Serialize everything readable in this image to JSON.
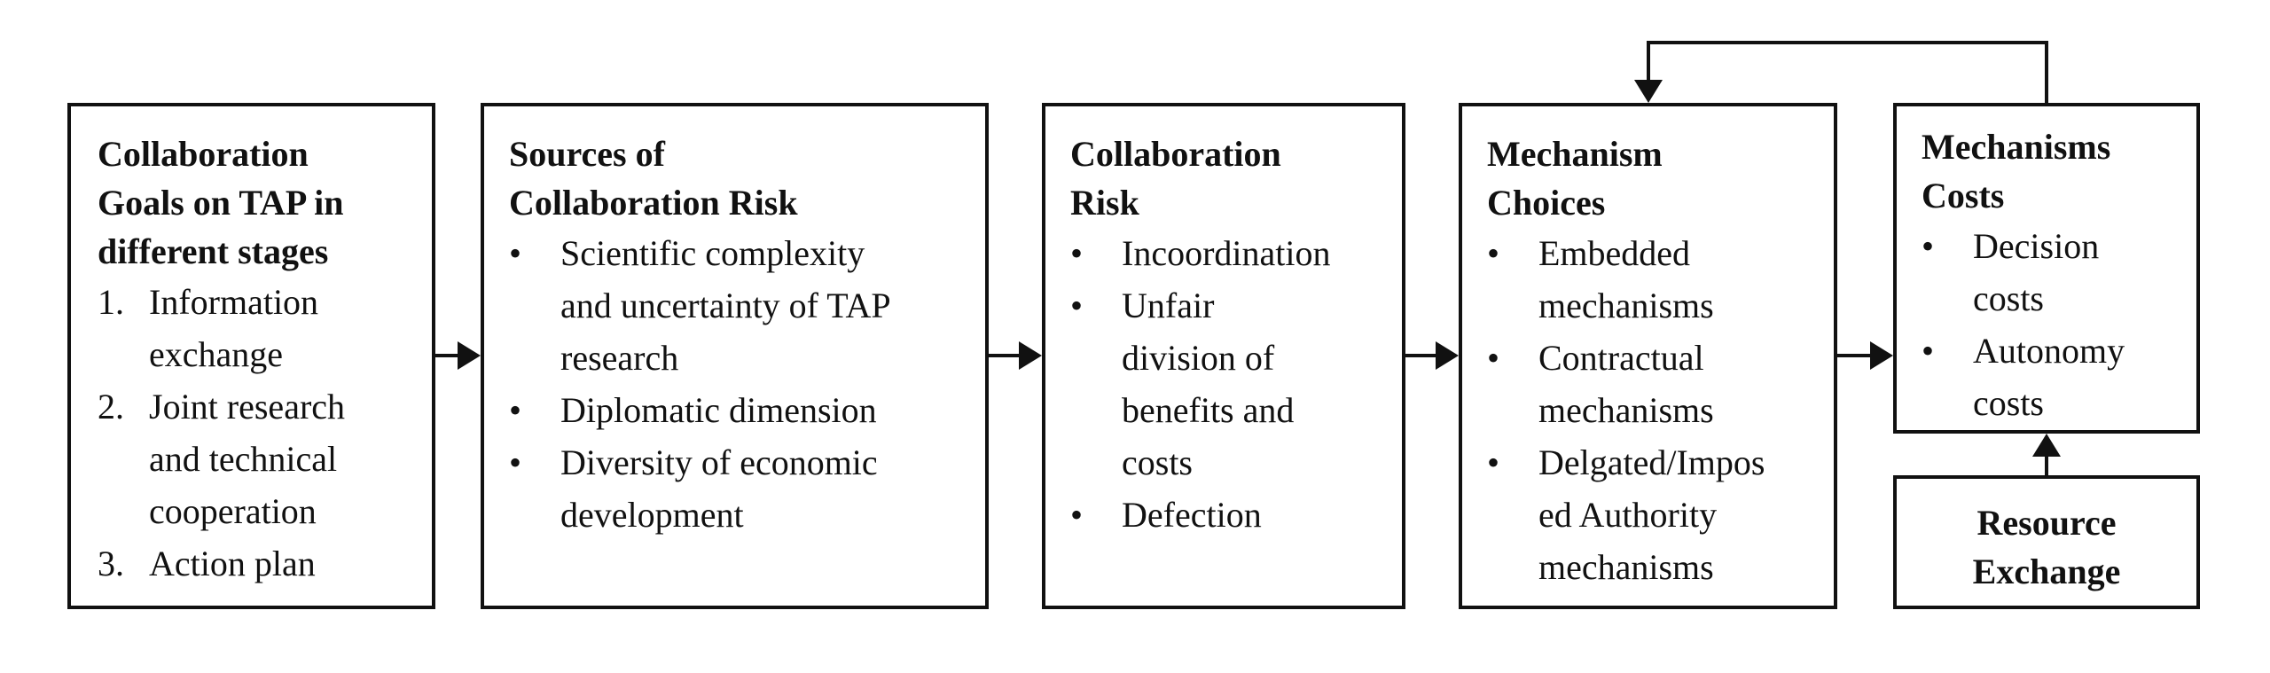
{
  "boxes": {
    "goals": {
      "title_lines": [
        "Collaboration",
        "Goals on TAP in",
        "different stages"
      ],
      "items": [
        {
          "marker": "1.",
          "lines": [
            "Information",
            "exchange"
          ]
        },
        {
          "marker": "2.",
          "lines": [
            "Joint research",
            "and technical",
            "cooperation"
          ]
        },
        {
          "marker": "3.",
          "lines": [
            "Action plan"
          ]
        }
      ]
    },
    "sources": {
      "title_lines": [
        "Sources of",
        "Collaboration Risk"
      ],
      "items": [
        {
          "marker": "•",
          "lines": [
            "Scientific complexity",
            "and uncertainty of TAP",
            "research"
          ]
        },
        {
          "marker": "•",
          "lines": [
            "Diplomatic dimension"
          ]
        },
        {
          "marker": "•",
          "lines": [
            "Diversity of economic",
            "development"
          ]
        }
      ]
    },
    "risk": {
      "title_lines": [
        "Collaboration",
        "Risk"
      ],
      "items": [
        {
          "marker": "•",
          "lines": [
            "Incoordination"
          ]
        },
        {
          "marker": "•",
          "lines": [
            "Unfair",
            "division of",
            "benefits and",
            "costs"
          ]
        },
        {
          "marker": "•",
          "lines": [
            "Defection"
          ]
        }
      ]
    },
    "choices": {
      "title_lines": [
        "Mechanism",
        "Choices"
      ],
      "items": [
        {
          "marker": "•",
          "lines": [
            "Embedded",
            "mechanisms"
          ]
        },
        {
          "marker": "•",
          "lines": [
            "Contractual",
            "mechanisms"
          ]
        },
        {
          "marker": "•",
          "lines": [
            "Delgated/Impos",
            "ed Authority",
            "mechanisms"
          ]
        }
      ]
    },
    "costs": {
      "title_lines": [
        "Mechanisms",
        "Costs"
      ],
      "items": [
        {
          "marker": "•",
          "lines": [
            "Decision",
            "costs"
          ]
        },
        {
          "marker": "•",
          "lines": [
            "Autonomy",
            "costs"
          ]
        }
      ]
    },
    "resource": {
      "title_lines": [
        "Resource",
        "Exchange"
      ]
    }
  },
  "colors": {
    "stroke": "#111111",
    "background": "#ffffff"
  }
}
